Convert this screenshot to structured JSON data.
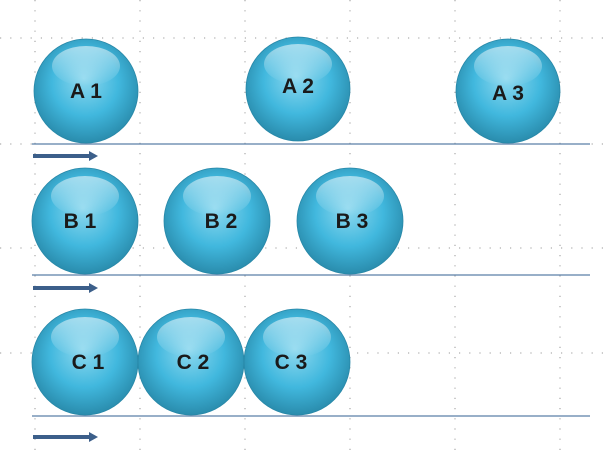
{
  "rows": [
    {
      "id": "a",
      "balls": [
        {
          "label": "A 1"
        },
        {
          "label": "A 2"
        },
        {
          "label": "A 3"
        }
      ]
    },
    {
      "id": "b",
      "balls": [
        {
          "label": "B 1"
        },
        {
          "label": "B 2"
        },
        {
          "label": "B 3"
        }
      ]
    },
    {
      "id": "c",
      "balls": [
        {
          "label": "C 1"
        },
        {
          "label": "C 2"
        },
        {
          "label": "C 3"
        }
      ]
    }
  ],
  "colors": {
    "ball_light": "#8fd9ef",
    "ball_mid": "#41b8de",
    "ball_dark": "#2787a7",
    "track_line": "#5a7fa8",
    "arrow": "#3c5f8a",
    "grid_dot": "#9a9a9a"
  }
}
